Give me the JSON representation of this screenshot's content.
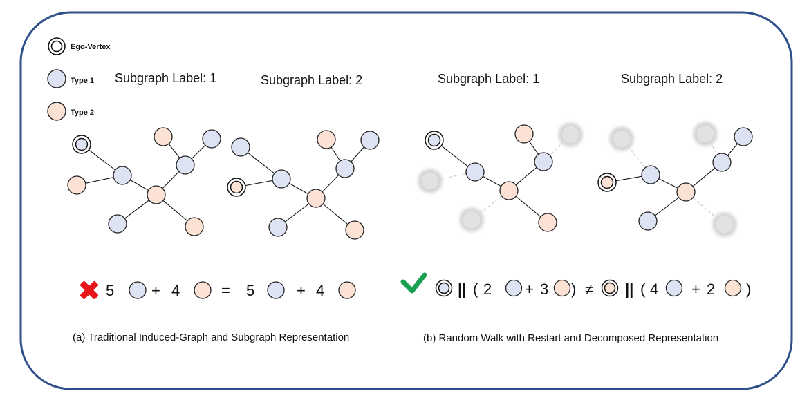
{
  "legend": {
    "ego_label": "Ego-Vertex",
    "type1_label": "Type 1",
    "type2_label": "Type 2"
  },
  "titles": [
    "Subgraph Label: 1",
    "Subgraph Label: 2",
    "Subgraph Label: 1",
    "Subgraph Label: 2"
  ],
  "equation_a": {
    "n1": "5",
    "plus1": "+",
    "n2": "4",
    "eq": "=",
    "n3": "5",
    "plus2": "+",
    "n4": "4"
  },
  "equation_b": {
    "bar1": "||",
    "open1": "(",
    "n1": "2",
    "plus1": "+",
    "n2": "3",
    "close1": ")",
    "neq": "≠",
    "bar2": "||",
    "open2": "(",
    "n3": "4",
    "plus2": "+",
    "n4": "2",
    "close2": ")"
  },
  "captions": {
    "a": "(a) Traditional Induced-Graph and Subgraph Representation",
    "b": "(b) Random Walk with Restart and Decomposed Representation"
  },
  "colors": {
    "frame": "#2f4f8a",
    "type1": "#dde3f3",
    "type2": "#fbe2d4",
    "faded": "#e2e2e2",
    "cross": "#e8161b",
    "check": "#1aa050"
  },
  "icons": [
    "cross-icon",
    "check-icon"
  ]
}
